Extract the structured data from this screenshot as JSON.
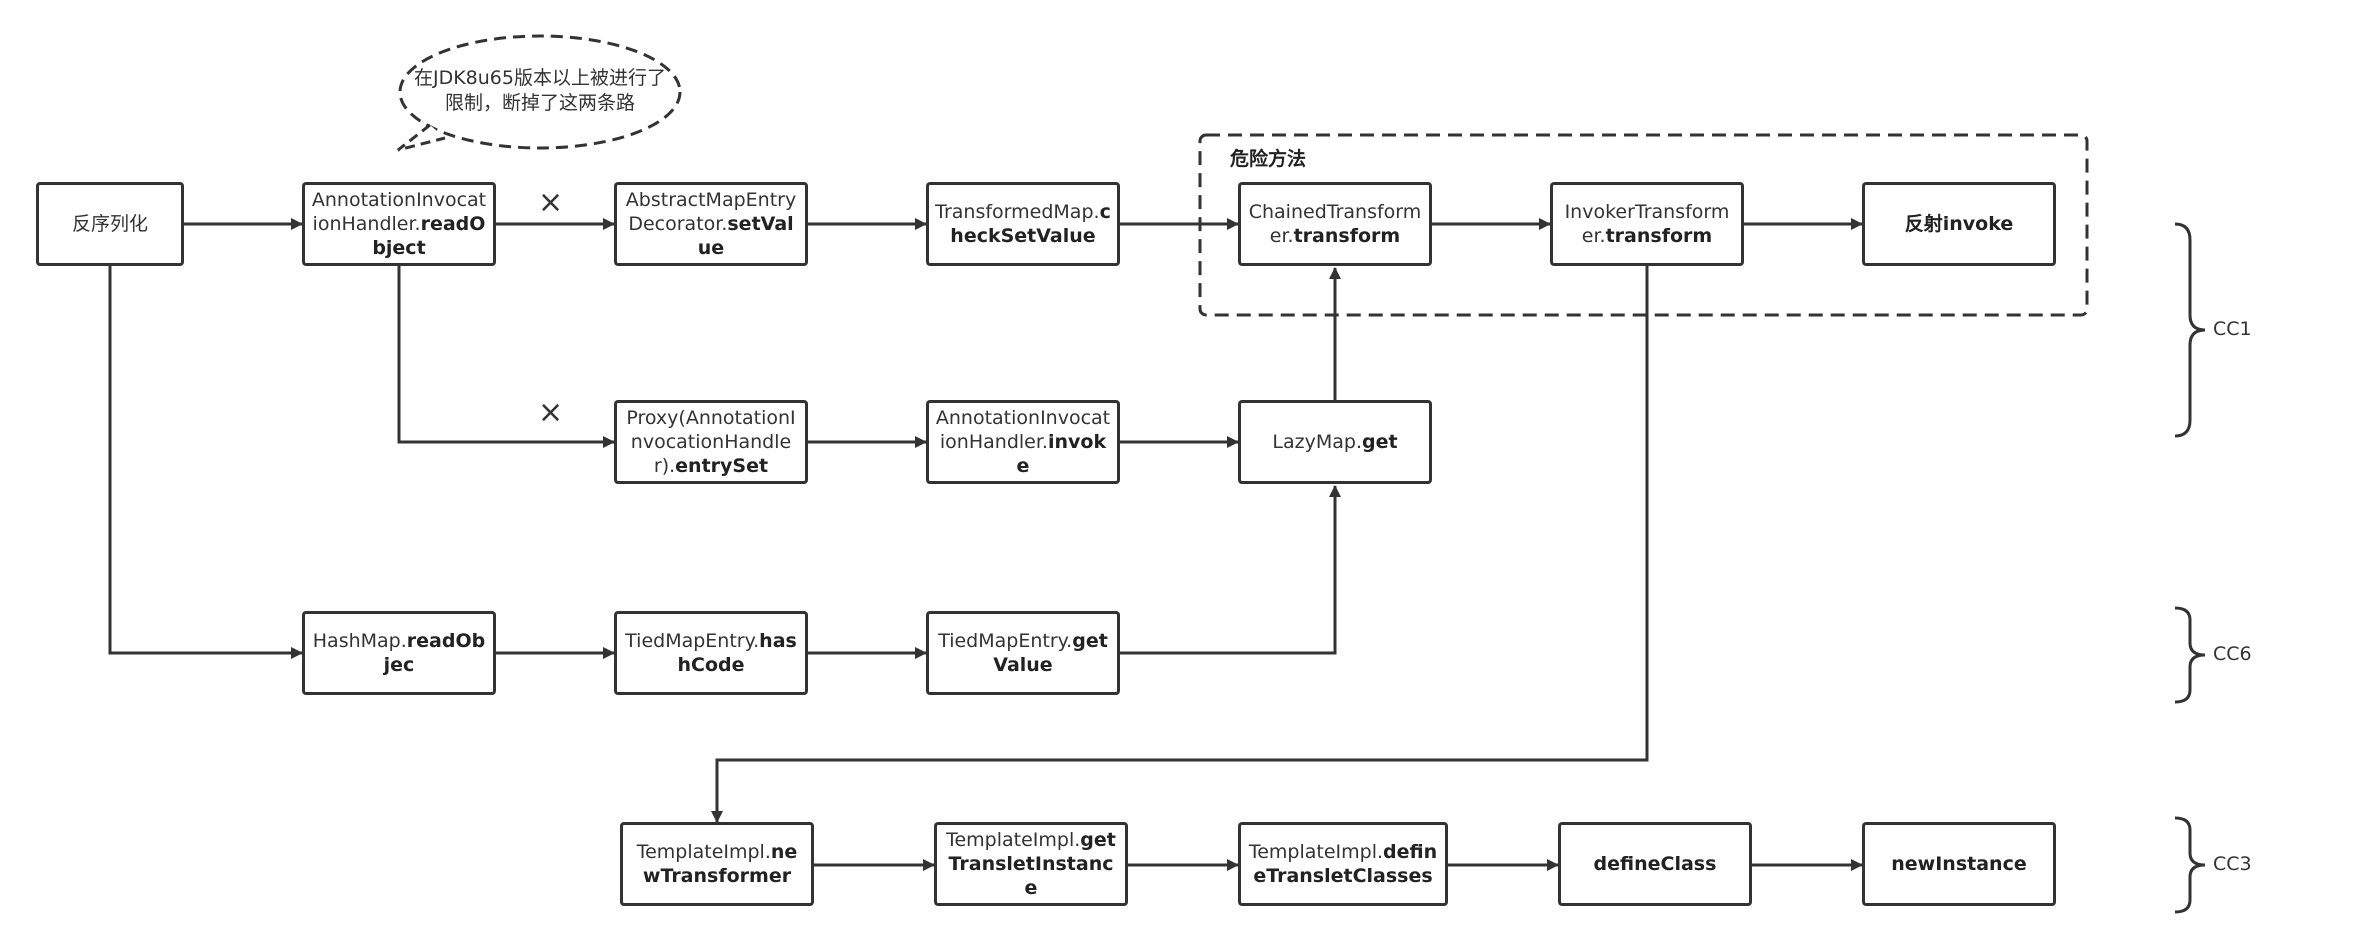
{
  "bubble": {
    "text": "在JDK8u65版本以上被进行了限制，断掉了这两条路"
  },
  "group": {
    "label": "危险方法"
  },
  "nodes": {
    "deserialize": {
      "parts": [
        {
          "t": "反序列化",
          "b": false
        }
      ]
    },
    "aih_readobject": {
      "parts": [
        {
          "t": "AnnotationInvocationHandler.",
          "b": false
        },
        {
          "t": "readObject",
          "b": true
        }
      ]
    },
    "amed_setvalue": {
      "parts": [
        {
          "t": "AbstractMapEntryDecorator.",
          "b": false
        },
        {
          "t": "setValue",
          "b": true
        }
      ]
    },
    "tm_checksetvalue": {
      "parts": [
        {
          "t": "TransformedMap.",
          "b": false
        },
        {
          "t": "checkSetValue",
          "b": true
        }
      ]
    },
    "chained_transform": {
      "parts": [
        {
          "t": "ChainedTransformer.",
          "b": false
        },
        {
          "t": "transform",
          "b": true
        }
      ]
    },
    "invoker_transform": {
      "parts": [
        {
          "t": "InvokerTransformer.",
          "b": false
        },
        {
          "t": "transform",
          "b": true
        }
      ]
    },
    "reflect_invoke": {
      "parts": [
        {
          "t": "反射invoke",
          "b": true
        }
      ]
    },
    "proxy_entryset": {
      "parts": [
        {
          "t": "Proxy(AnnotationInvocationHandler).",
          "b": false
        },
        {
          "t": "entrySet",
          "b": true
        }
      ]
    },
    "aih_invoke": {
      "parts": [
        {
          "t": "AnnotationInvocationHandler.",
          "b": false
        },
        {
          "t": "invoke",
          "b": true
        }
      ]
    },
    "lazymap_get": {
      "parts": [
        {
          "t": "LazyMap.",
          "b": false
        },
        {
          "t": "get",
          "b": true
        }
      ]
    },
    "hashmap_readobject": {
      "parts": [
        {
          "t": "HashMap.",
          "b": false
        },
        {
          "t": "readObjec",
          "b": true
        }
      ]
    },
    "tme_hashcode": {
      "parts": [
        {
          "t": "TiedMapEntry.",
          "b": false
        },
        {
          "t": "hashCode",
          "b": true
        }
      ]
    },
    "tme_getvalue": {
      "parts": [
        {
          "t": "TiedMapEntry.",
          "b": false
        },
        {
          "t": "getValue",
          "b": true
        }
      ]
    },
    "ti_newtransformer": {
      "parts": [
        {
          "t": "TemplateImpl.",
          "b": false
        },
        {
          "t": "newTransformer",
          "b": true
        }
      ]
    },
    "ti_gettransletinstance": {
      "parts": [
        {
          "t": "TemplateImpl.",
          "b": false
        },
        {
          "t": "getTransletInstance",
          "b": true
        }
      ]
    },
    "ti_definetransletclasses": {
      "parts": [
        {
          "t": "TemplateImpl.",
          "b": false
        },
        {
          "t": "defineTransletClasses",
          "b": true
        }
      ]
    },
    "defineclass": {
      "parts": [
        {
          "t": "defineClass",
          "b": true
        }
      ]
    },
    "newinstance": {
      "parts": [
        {
          "t": "newInstance",
          "b": true
        }
      ]
    }
  },
  "cross_mark": "×",
  "brackets": [
    {
      "label": "CC1"
    },
    {
      "label": "CC6"
    },
    {
      "label": "CC3"
    }
  ]
}
